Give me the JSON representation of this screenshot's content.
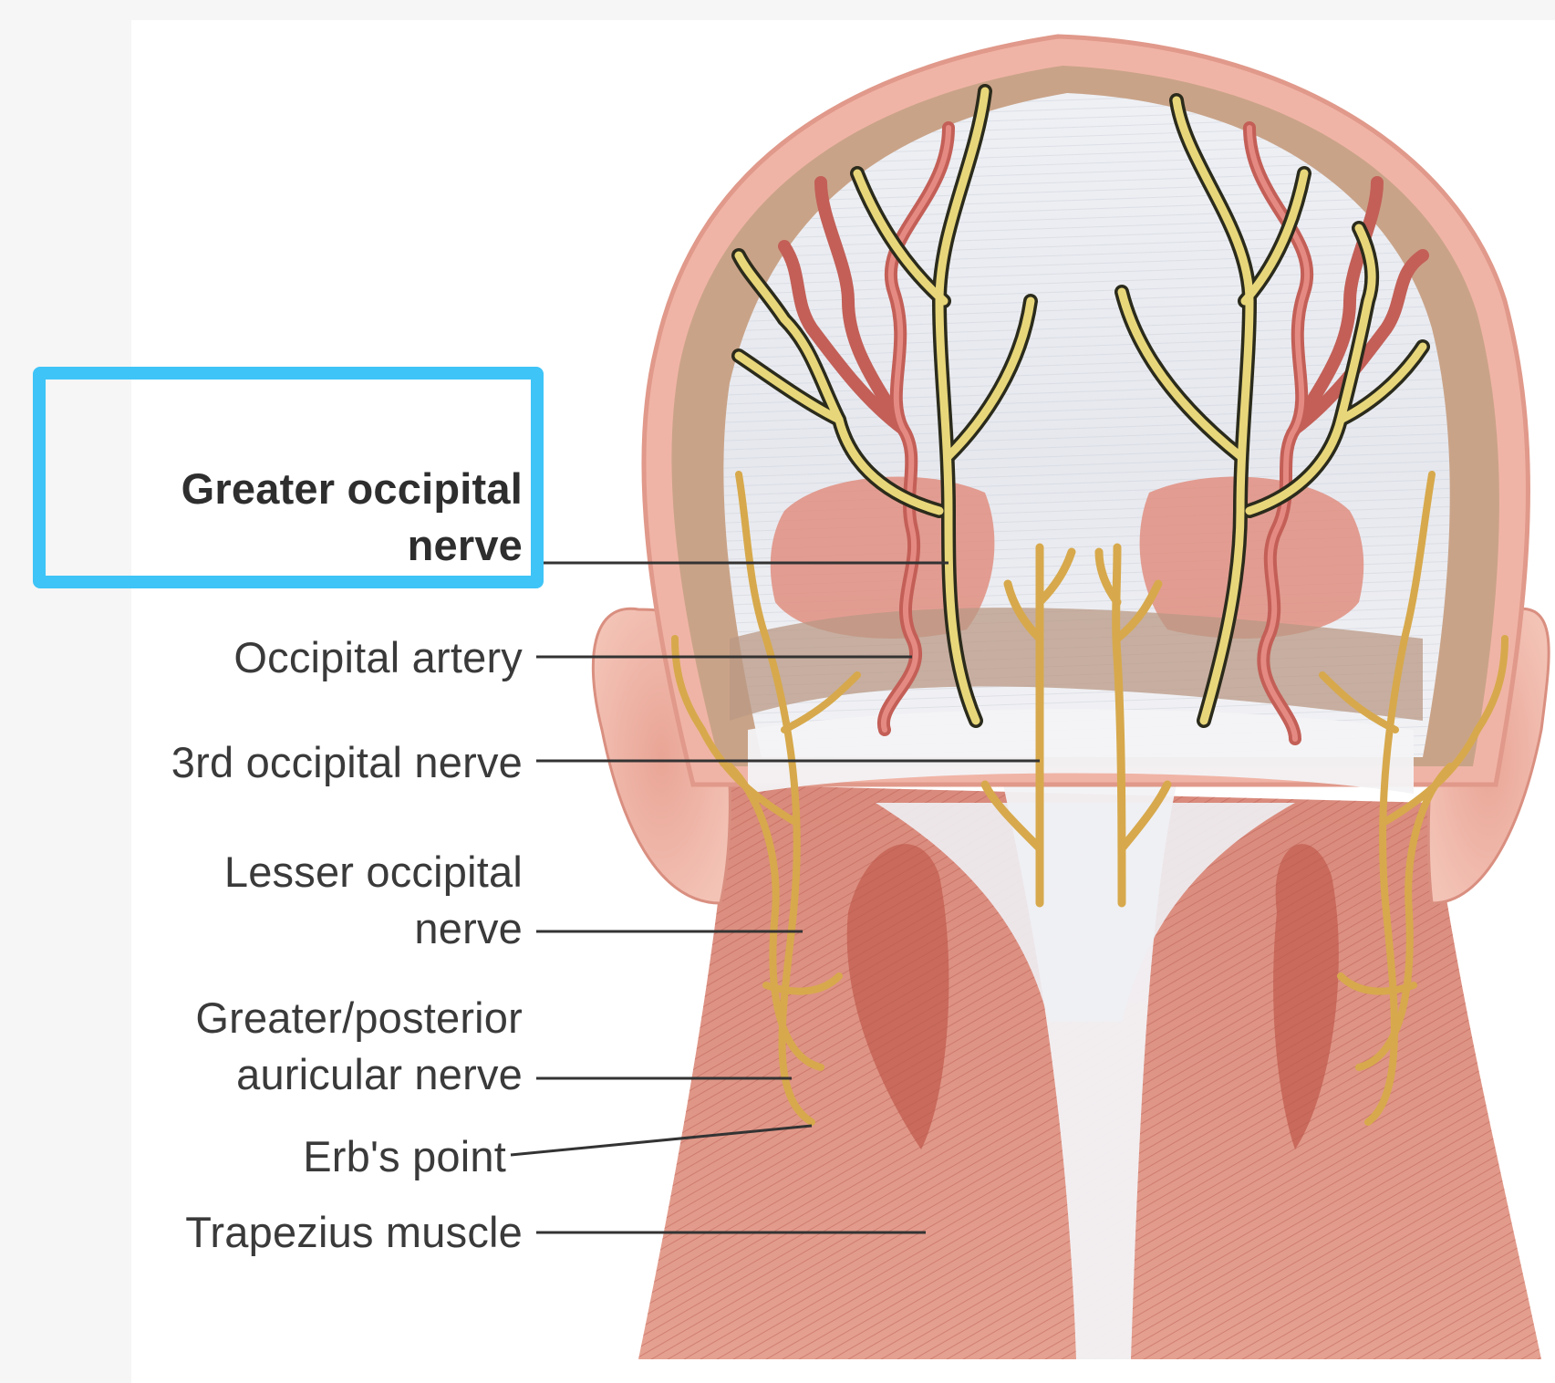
{
  "labels": {
    "greater_occipital": {
      "line1": "Greater occipital",
      "line2": "nerve"
    },
    "occipital_artery": "Occipital artery",
    "third_occipital": "3rd occipital nerve",
    "lesser_occipital": {
      "line1": "Lesser occipital",
      "line2": "nerve"
    },
    "greater_auricular": {
      "line1": "Greater/posterior",
      "line2": "auricular nerve"
    },
    "erbs_point": "Erb's point",
    "trapezius": "Trapezius muscle"
  },
  "colors": {
    "highlight": "#3ec4f7",
    "nerve": "#e8d77a",
    "artery": "#d9776f",
    "muscle": "#d98a7c",
    "skin": "#f0b4a6"
  },
  "highlighted_label": "Greater occipital nerve"
}
